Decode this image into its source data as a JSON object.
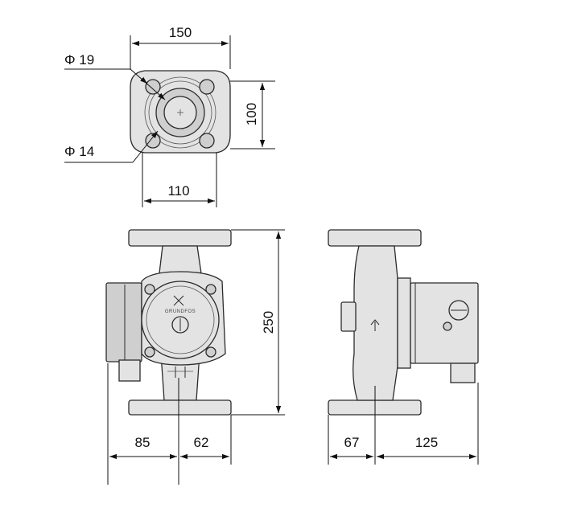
{
  "diagram": {
    "top_view": {
      "width_label": "150",
      "height_label": "100",
      "bolt_spacing_label": "110",
      "outer_hole_label": "Φ 19",
      "inner_hole_label": "Φ 14"
    },
    "front_view": {
      "height_label": "250",
      "left_label": "85",
      "right_label": "62",
      "logo_text": "GRUNDFOS"
    },
    "side_view": {
      "left_label": "67",
      "right_label": "125"
    }
  }
}
